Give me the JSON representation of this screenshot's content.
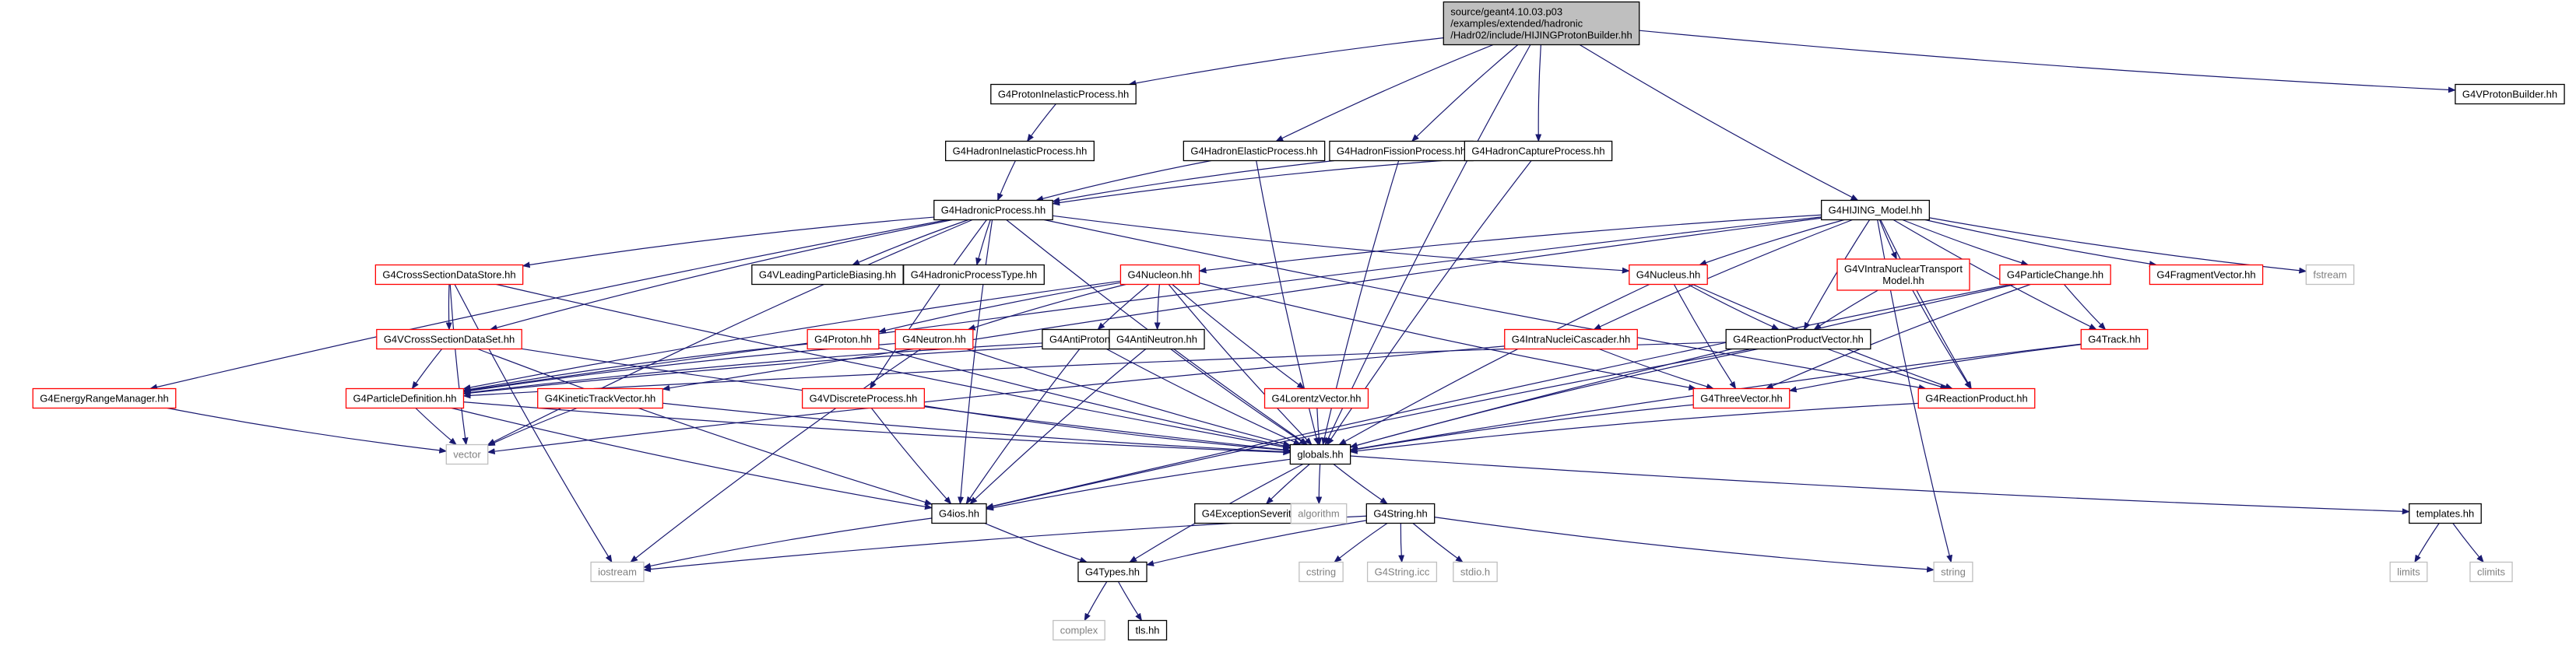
{
  "graph": {
    "style": {
      "edge_color": "#191970",
      "focus_fill": "#bfbfbf",
      "default_border": "#000000",
      "documented_border": "#ff0000",
      "external_border": "#bfbfbf",
      "external_text": "#808080"
    },
    "nodes": [
      {
        "id": "root",
        "label": [
          "source/geant4.10.03.p03",
          "/examples/extended/hadronic",
          "/Hadr02/include/HIJINGProtonBuilder.hh"
        ],
        "kind": "focus"
      },
      {
        "id": "pip",
        "label": [
          "G4ProtonInelasticProcess.hh"
        ],
        "kind": "default"
      },
      {
        "id": "hip",
        "label": [
          "G4HadronInelasticProcess.hh"
        ],
        "kind": "default"
      },
      {
        "id": "hep",
        "label": [
          "G4HadronElasticProcess.hh"
        ],
        "kind": "default"
      },
      {
        "id": "hfp",
        "label": [
          "G4HadronFissionProcess.hh"
        ],
        "kind": "default"
      },
      {
        "id": "hcp",
        "label": [
          "G4HadronCaptureProcess.hh"
        ],
        "kind": "default"
      },
      {
        "id": "hijm",
        "label": [
          "G4HIJING_Model.hh"
        ],
        "kind": "default"
      },
      {
        "id": "vpb",
        "label": [
          "G4VProtonBuilder.hh"
        ],
        "kind": "default"
      },
      {
        "id": "hadp",
        "label": [
          "G4HadronicProcess.hh"
        ],
        "kind": "default"
      },
      {
        "id": "csds",
        "label": [
          "G4CrossSectionDataStore.hh"
        ],
        "kind": "documented"
      },
      {
        "id": "lpb",
        "label": [
          "G4VLeadingParticleBiasing.hh"
        ],
        "kind": "default"
      },
      {
        "id": "hpt",
        "label": [
          "G4HadronicProcessType.hh"
        ],
        "kind": "default"
      },
      {
        "id": "nucleon",
        "label": [
          "G4Nucleon.hh"
        ],
        "kind": "documented"
      },
      {
        "id": "nucleus",
        "label": [
          "G4Nucleus.hh"
        ],
        "kind": "documented"
      },
      {
        "id": "vintm",
        "label": [
          "G4VIntraNuclearTransport",
          "Model.hh"
        ],
        "kind": "documented"
      },
      {
        "id": "pchg",
        "label": [
          "G4ParticleChange.hh"
        ],
        "kind": "documented"
      },
      {
        "id": "fragv",
        "label": [
          "G4FragmentVector.hh"
        ],
        "kind": "documented"
      },
      {
        "id": "fstream",
        "label": [
          "fstream"
        ],
        "kind": "external"
      },
      {
        "id": "vcsds",
        "label": [
          "G4VCrossSectionDataSet.hh"
        ],
        "kind": "documented"
      },
      {
        "id": "proton",
        "label": [
          "G4Proton.hh"
        ],
        "kind": "documented"
      },
      {
        "id": "neutron",
        "label": [
          "G4Neutron.hh"
        ],
        "kind": "documented"
      },
      {
        "id": "aproton",
        "label": [
          "G4AntiProton.hh"
        ],
        "kind": "default"
      },
      {
        "id": "aneutron",
        "label": [
          "G4AntiNeutron.hh"
        ],
        "kind": "default"
      },
      {
        "id": "inc",
        "label": [
          "G4IntraNucleiCascader.hh"
        ],
        "kind": "documented"
      },
      {
        "id": "rpv",
        "label": [
          "G4ReactionProductVector.hh"
        ],
        "kind": "default"
      },
      {
        "id": "track",
        "label": [
          "G4Track.hh"
        ],
        "kind": "documented"
      },
      {
        "id": "erm",
        "label": [
          "G4EnergyRangeManager.hh"
        ],
        "kind": "documented"
      },
      {
        "id": "pdef",
        "label": [
          "G4ParticleDefinition.hh"
        ],
        "kind": "documented"
      },
      {
        "id": "ktv",
        "label": [
          "G4KineticTrackVector.hh"
        ],
        "kind": "documented"
      },
      {
        "id": "vdp",
        "label": [
          "G4VDiscreteProcess.hh"
        ],
        "kind": "documented"
      },
      {
        "id": "lv",
        "label": [
          "G4LorentzVector.hh"
        ],
        "kind": "documented"
      },
      {
        "id": "tv",
        "label": [
          "G4ThreeVector.hh"
        ],
        "kind": "documented"
      },
      {
        "id": "rp",
        "label": [
          "G4ReactionProduct.hh"
        ],
        "kind": "documented"
      },
      {
        "id": "vector",
        "label": [
          "vector"
        ],
        "kind": "external"
      },
      {
        "id": "globals",
        "label": [
          "globals.hh"
        ],
        "kind": "default"
      },
      {
        "id": "g4ios",
        "label": [
          "G4ios.hh"
        ],
        "kind": "default"
      },
      {
        "id": "exsev",
        "label": [
          "G4ExceptionSeverity.hh"
        ],
        "kind": "default"
      },
      {
        "id": "algorithm",
        "label": [
          "algorithm"
        ],
        "kind": "external"
      },
      {
        "id": "g4string",
        "label": [
          "G4String.hh"
        ],
        "kind": "default"
      },
      {
        "id": "templates",
        "label": [
          "templates.hh"
        ],
        "kind": "default"
      },
      {
        "id": "iostream",
        "label": [
          "iostream"
        ],
        "kind": "external"
      },
      {
        "id": "g4types",
        "label": [
          "G4Types.hh"
        ],
        "kind": "default"
      },
      {
        "id": "cstring",
        "label": [
          "cstring"
        ],
        "kind": "external"
      },
      {
        "id": "g4stringicc",
        "label": [
          "G4String.icc"
        ],
        "kind": "external"
      },
      {
        "id": "stdioh",
        "label": [
          "stdio.h"
        ],
        "kind": "external"
      },
      {
        "id": "string",
        "label": [
          "string"
        ],
        "kind": "external"
      },
      {
        "id": "limits",
        "label": [
          "limits"
        ],
        "kind": "external"
      },
      {
        "id": "climits",
        "label": [
          "climits"
        ],
        "kind": "external"
      },
      {
        "id": "complex",
        "label": [
          "complex"
        ],
        "kind": "external"
      },
      {
        "id": "tlsh",
        "label": [
          "tls.hh"
        ],
        "kind": "default"
      }
    ],
    "edges": [
      [
        "root",
        "pip"
      ],
      [
        "root",
        "hep"
      ],
      [
        "root",
        "hfp"
      ],
      [
        "root",
        "hcp"
      ],
      [
        "root",
        "hijm"
      ],
      [
        "root",
        "vpb"
      ],
      [
        "root",
        "globals"
      ],
      [
        "pip",
        "hip"
      ],
      [
        "hip",
        "hadp"
      ],
      [
        "hep",
        "hadp"
      ],
      [
        "hep",
        "globals"
      ],
      [
        "hfp",
        "hadp"
      ],
      [
        "hfp",
        "globals"
      ],
      [
        "hcp",
        "hadp"
      ],
      [
        "hcp",
        "globals"
      ],
      [
        "hadp",
        "csds"
      ],
      [
        "hadp",
        "lpb"
      ],
      [
        "hadp",
        "hpt"
      ],
      [
        "hadp",
        "nucleus"
      ],
      [
        "hadp",
        "vcsds"
      ],
      [
        "hadp",
        "erm"
      ],
      [
        "hadp",
        "vdp"
      ],
      [
        "hadp",
        "globals"
      ],
      [
        "hadp",
        "vector"
      ],
      [
        "hadp",
        "rp"
      ],
      [
        "hadp",
        "g4ios"
      ],
      [
        "hijm",
        "nucleon"
      ],
      [
        "hijm",
        "nucleus"
      ],
      [
        "hijm",
        "vintm"
      ],
      [
        "hijm",
        "pchg"
      ],
      [
        "hijm",
        "fragv"
      ],
      [
        "hijm",
        "fstream"
      ],
      [
        "hijm",
        "inc"
      ],
      [
        "hijm",
        "rpv"
      ],
      [
        "hijm",
        "rp"
      ],
      [
        "hijm",
        "track"
      ],
      [
        "hijm",
        "string"
      ],
      [
        "hijm",
        "pdef"
      ],
      [
        "hijm",
        "ktv"
      ],
      [
        "csds",
        "vcsds"
      ],
      [
        "csds",
        "globals"
      ],
      [
        "csds",
        "vector"
      ],
      [
        "csds",
        "iostream"
      ],
      [
        "vcsds",
        "pdef"
      ],
      [
        "vcsds",
        "globals"
      ],
      [
        "vcsds",
        "g4ios"
      ],
      [
        "nucleon",
        "proton"
      ],
      [
        "nucleon",
        "neutron"
      ],
      [
        "nucleon",
        "aproton"
      ],
      [
        "nucleon",
        "aneutron"
      ],
      [
        "nucleon",
        "lv"
      ],
      [
        "nucleon",
        "tv"
      ],
      [
        "nucleon",
        "pdef"
      ],
      [
        "nucleon",
        "globals"
      ],
      [
        "nucleus",
        "rpv"
      ],
      [
        "nucleus",
        "rp"
      ],
      [
        "nucleus",
        "tv"
      ],
      [
        "nucleus",
        "globals"
      ],
      [
        "vintm",
        "rpv"
      ],
      [
        "vintm",
        "rp"
      ],
      [
        "pchg",
        "track"
      ],
      [
        "pchg",
        "tv"
      ],
      [
        "pchg",
        "globals"
      ],
      [
        "pchg",
        "g4ios"
      ],
      [
        "track",
        "tv"
      ],
      [
        "track",
        "globals"
      ],
      [
        "proton",
        "pdef"
      ],
      [
        "proton",
        "globals"
      ],
      [
        "neutron",
        "pdef"
      ],
      [
        "neutron",
        "globals"
      ],
      [
        "neutron",
        "iostream"
      ],
      [
        "aproton",
        "pdef"
      ],
      [
        "aproton",
        "globals"
      ],
      [
        "aproton",
        "g4ios"
      ],
      [
        "aneutron",
        "pdef"
      ],
      [
        "aneutron",
        "globals"
      ],
      [
        "aneutron",
        "g4ios"
      ],
      [
        "inc",
        "tv"
      ],
      [
        "inc",
        "vector"
      ],
      [
        "rpv",
        "rp"
      ],
      [
        "rpv",
        "pdef"
      ],
      [
        "rpv",
        "globals"
      ],
      [
        "rpv",
        "g4ios"
      ],
      [
        "erm",
        "vector"
      ],
      [
        "pdef",
        "globals"
      ],
      [
        "pdef",
        "vector"
      ],
      [
        "pdef",
        "g4ios"
      ],
      [
        "ktv",
        "vector"
      ],
      [
        "ktv",
        "globals"
      ],
      [
        "vdp",
        "globals"
      ],
      [
        "vdp",
        "g4ios"
      ],
      [
        "lv",
        "globals"
      ],
      [
        "tv",
        "globals"
      ],
      [
        "rp",
        "globals"
      ],
      [
        "globals",
        "g4ios"
      ],
      [
        "globals",
        "exsev"
      ],
      [
        "globals",
        "algorithm"
      ],
      [
        "globals",
        "g4string"
      ],
      [
        "globals",
        "templates"
      ],
      [
        "globals",
        "g4types"
      ],
      [
        "g4ios",
        "iostream"
      ],
      [
        "g4ios",
        "g4types"
      ],
      [
        "g4string",
        "iostream"
      ],
      [
        "g4string",
        "g4types"
      ],
      [
        "g4string",
        "cstring"
      ],
      [
        "g4string",
        "g4stringicc"
      ],
      [
        "g4string",
        "stdioh"
      ],
      [
        "g4string",
        "string"
      ],
      [
        "templates",
        "limits"
      ],
      [
        "templates",
        "climits"
      ],
      [
        "g4types",
        "complex"
      ],
      [
        "g4types",
        "tlsh"
      ]
    ]
  }
}
